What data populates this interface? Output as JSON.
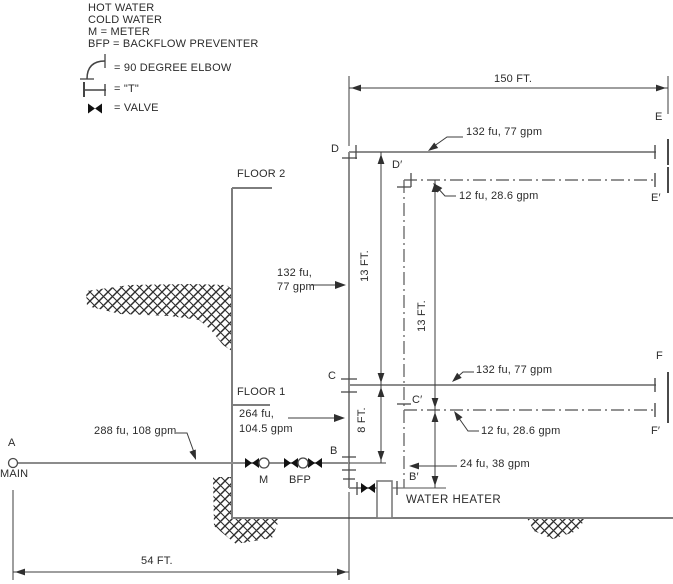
{
  "legend": {
    "line1": "HOT WATER",
    "line2": "COLD WATER",
    "line3": "M = METER",
    "line4": "BFP = BACKFLOW PREVENTER",
    "elbow_label": "= 90 DEGREE ELBOW",
    "tee_label": "= \"T\"",
    "valve_label": "= VALVE"
  },
  "floors": {
    "floor2": "FLOOR 2",
    "floor1": "FLOOR 1"
  },
  "points": {
    "a": "A",
    "main": "MAIN",
    "b": "B",
    "b_prime": "B′",
    "c": "C",
    "c_prime": "C′",
    "d": "D",
    "d_prime": "D′",
    "e": "E",
    "e_prime": "E′",
    "f": "F",
    "f_prime": "F′"
  },
  "equipment": {
    "water_heater": "WATER HEATER",
    "meter": "M",
    "bfp": "BFP"
  },
  "dimensions": {
    "top": "150 FT.",
    "bottom": "54 FT.",
    "riser_d_to_c": "13 FT.",
    "riser_dprime_to_cprime": "13 FT.",
    "riser_c_to_b": "8 FT."
  },
  "flows": {
    "main_service": "288 fu, 108 gpm",
    "riser_b_to_c_line1": "264 fu,",
    "riser_b_to_c_line2": "104.5 gpm",
    "riser_c_to_d_line1": "132 fu,",
    "riser_c_to_d_line2": "77 gpm",
    "branch_d_to_e": "132 fu, 77 gpm",
    "branch_dprime_to_eprime": "12 fu, 28.6 gpm",
    "branch_c_to_f": "132 fu, 77 gpm",
    "branch_cprime_to_fprime": "12 fu, 28.6 gpm",
    "hot_riser": "24 fu, 38 gpm"
  },
  "colors": {
    "pipe_cold": "#8c8c8c",
    "pipe_hot": "#6e6e6e",
    "dimension_line": "#3c3c3c",
    "text": "#2b2b2b",
    "valve": "#111111"
  }
}
